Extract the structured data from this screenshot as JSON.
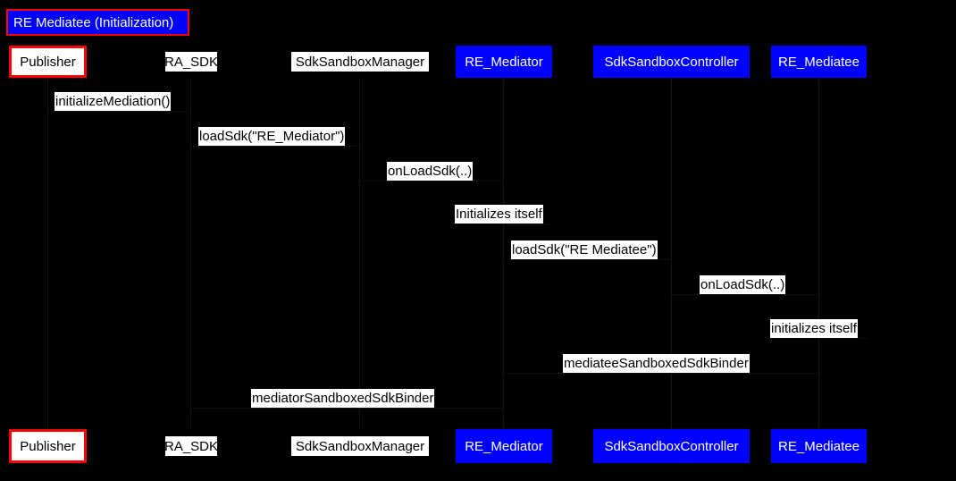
{
  "diagram": {
    "type": "sequence-diagram",
    "title": "RE Mediatee (Initialization)",
    "background_color": "#000000",
    "title_fill": "#0000FF",
    "title_border": "#FF0000",
    "highlight_fill": "#0000FF",
    "highlight_text": "#FFFFFF",
    "plain_fill": "#FFFFFF",
    "plain_text": "#000000"
  },
  "participants": {
    "top": [
      {
        "label": "Publisher",
        "style": "boxed-red"
      },
      {
        "label": "RA_SDK",
        "style": "plain"
      },
      {
        "label": "SdkSandboxManager",
        "style": "plain"
      },
      {
        "label": "RE_Mediator",
        "style": "boxed-blue"
      },
      {
        "label": "SdkSandboxController",
        "style": "boxed-blue"
      },
      {
        "label": "RE_Mediatee",
        "style": "boxed-blue"
      }
    ],
    "bottom": [
      {
        "label": "Publisher",
        "style": "boxed-red"
      },
      {
        "label": "RA_SDK",
        "style": "plain"
      },
      {
        "label": "SdkSandboxManager",
        "style": "plain"
      },
      {
        "label": "RE_Mediator",
        "style": "boxed-blue"
      },
      {
        "label": "SdkSandboxController",
        "style": "boxed-blue"
      },
      {
        "label": "RE_Mediatee",
        "style": "boxed-blue"
      }
    ]
  },
  "messages": [
    {
      "index": 1,
      "label": "initializeMediation()",
      "from": "Publisher",
      "to": "RA_SDK"
    },
    {
      "index": 2,
      "label": "loadSdk(\"RE_Mediator\")",
      "from": "RA_SDK",
      "to": "SdkSandboxManager"
    },
    {
      "index": 3,
      "label": "onLoadSdk(..)",
      "from": "SdkSandboxManager",
      "to": "RE_Mediator"
    },
    {
      "index": 4,
      "label": "Initializes itself",
      "from": "RE_Mediator",
      "to": "RE_Mediator"
    },
    {
      "index": 5,
      "label": "loadSdk(\"RE Mediatee\")",
      "from": "RE_Mediator",
      "to": "SdkSandboxController"
    },
    {
      "index": 6,
      "label": "onLoadSdk(..)",
      "from": "SdkSandboxController",
      "to": "RE_Mediatee"
    },
    {
      "index": 7,
      "label": "initializes itself",
      "from": "RE_Mediatee",
      "to": "RE_Mediatee"
    },
    {
      "index": 8,
      "label": "mediateeSandboxedSdkBinder",
      "from": "RE_Mediatee",
      "to": "RE_Mediator"
    },
    {
      "index": 9,
      "label": "mediatorSandboxedSdkBinder",
      "from": "RE_Mediator",
      "to": "RA_SDK"
    }
  ]
}
